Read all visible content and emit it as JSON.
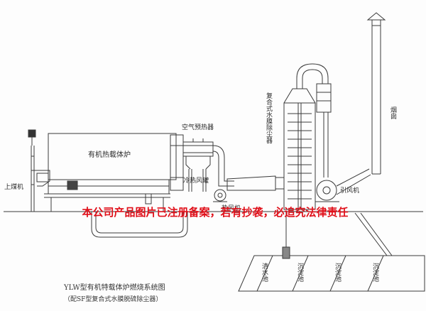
{
  "labels": {
    "boiler": "有机热载体炉",
    "air_preheater": "空气预热器",
    "cooling_fan": "冷热风罐",
    "coal_feeder": "上煤机",
    "hot_fan": "热风机",
    "id_fan": "引风机",
    "chimney": "烟囱",
    "scrubber": "复合式水膜除尘器",
    "clear_pool": "清水池",
    "settling_pool": "沉淀池"
  },
  "caption": {
    "line1": "YLW型有机特载体炉燃烧系统图",
    "line2": "（配SF型复合式水膜脱硫除尘器）"
  },
  "watermark": "本公司产品图片已注册备案，若有抄袭，必追究法律责任",
  "colors": {
    "line": "#3a3a3a",
    "warning": "#e0101a"
  }
}
